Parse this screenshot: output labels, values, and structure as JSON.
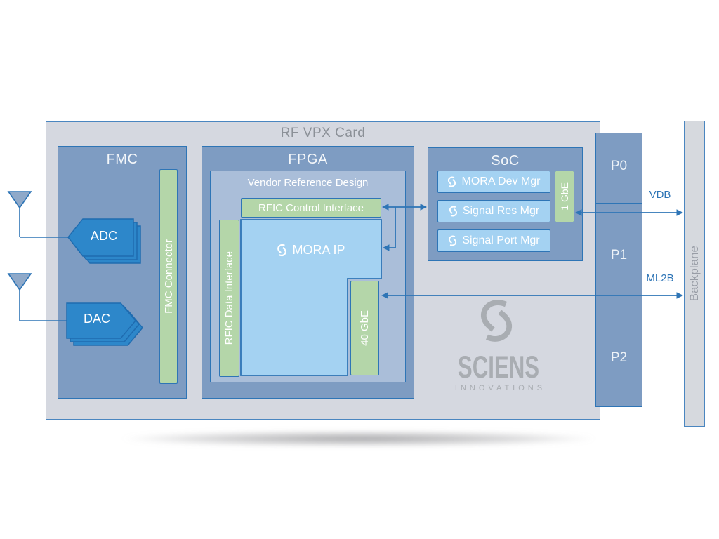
{
  "card": {
    "title": "RF VPX Card"
  },
  "fmc": {
    "title": "FMC",
    "connector": "FMC Connector",
    "adc": "ADC",
    "dac": "DAC"
  },
  "fpga": {
    "title": "FPGA",
    "vendor_design": "Vendor Reference Design",
    "rfic_control": "RFIC Control Interface",
    "rfic_data": "RFIC Data Interface",
    "mora_ip": "MORA IP",
    "gbe40": "40 GbE"
  },
  "soc": {
    "title": "SoC",
    "managers": [
      "MORA Dev Mgr",
      "Signal Res Mgr",
      "Signal Port Mgr"
    ],
    "gbe1": "1 GbE"
  },
  "connectors": {
    "p0": "P0",
    "p1": "P1",
    "p2": "P2"
  },
  "backplane": {
    "label": "Backplane"
  },
  "links": {
    "vdb": "VDB",
    "ml2b": "ML2B"
  },
  "logo": {
    "wordmark": "SCIENS",
    "tagline": "INNOVATIONS"
  },
  "colors": {
    "accent_blue": "#2e75b6",
    "block_blue": "#7e9cc2",
    "inner_blue": "#aabed9",
    "light_blue": "#a4d2f2",
    "green": "#b4d6a9",
    "card_gray": "#d5d8e0",
    "chip_blue": "#2d87ca",
    "logo_gray": "#a9adb2"
  }
}
